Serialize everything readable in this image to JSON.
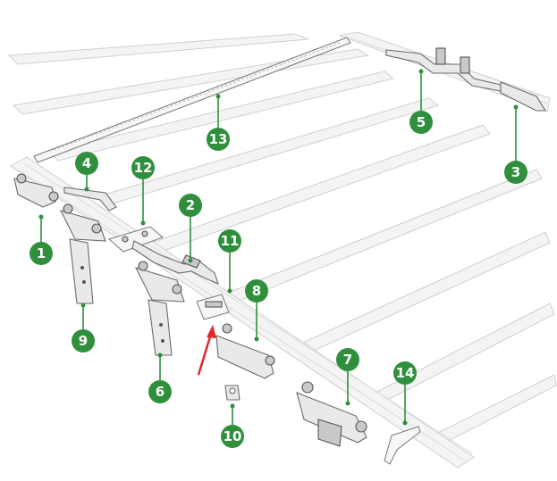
{
  "callouts": [
    {
      "id": "c1",
      "label": "1",
      "name": "callout-1"
    },
    {
      "id": "c2",
      "label": "2",
      "name": "callout-2"
    },
    {
      "id": "c3",
      "label": "3",
      "name": "callout-3"
    },
    {
      "id": "c4",
      "label": "4",
      "name": "callout-4"
    },
    {
      "id": "c5",
      "label": "5",
      "name": "callout-5"
    },
    {
      "id": "c6",
      "label": "6",
      "name": "callout-6"
    },
    {
      "id": "c7",
      "label": "7",
      "name": "callout-7"
    },
    {
      "id": "c8",
      "label": "8",
      "name": "callout-8"
    },
    {
      "id": "c9",
      "label": "9",
      "name": "callout-9"
    },
    {
      "id": "c10",
      "label": "10",
      "name": "callout-10"
    },
    {
      "id": "c11",
      "label": "11",
      "name": "callout-11"
    },
    {
      "id": "c12",
      "label": "12",
      "name": "callout-12"
    },
    {
      "id": "c13",
      "label": "13",
      "name": "callout-13"
    },
    {
      "id": "c14",
      "label": "14",
      "name": "callout-14"
    }
  ],
  "colors": {
    "callout_green": "#2f8f3c",
    "arrow_red": "#e3262b",
    "background": "#ffffff"
  }
}
